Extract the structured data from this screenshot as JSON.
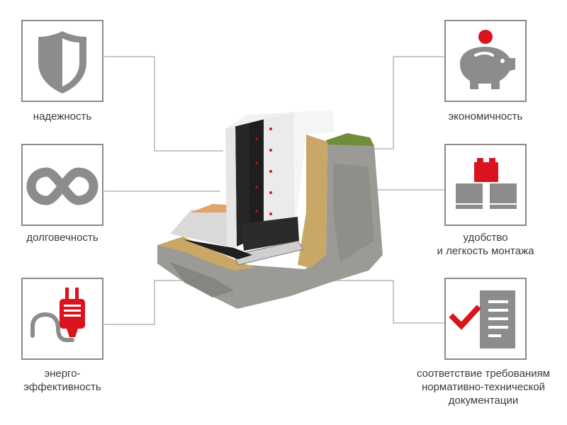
{
  "features": {
    "reliability": {
      "label": "надежность",
      "icon": "shield-icon"
    },
    "durability": {
      "label": "долговечность",
      "icon": "infinity-icon"
    },
    "energy": {
      "label_line1": "энерго-",
      "label_line2": "эффективность",
      "icon": "plug-icon"
    },
    "economy": {
      "label": "экономичность",
      "icon": "piggy-bank-icon"
    },
    "installation": {
      "label_line1": "удобство",
      "label_line2": "и легкость монтажа",
      "icon": "bricks-icon"
    },
    "compliance": {
      "label_line1": "соответствие требованиям",
      "label_line2": "нормативно-технической",
      "label_line3": "документации",
      "icon": "checked-document-icon"
    }
  },
  "colors": {
    "icon_gray": "#8c8c8c",
    "accent_red": "#d9141e",
    "border_gray": "#8a8a8a",
    "line_gray": "#b5b5b5",
    "text": "#3a3a3a"
  }
}
